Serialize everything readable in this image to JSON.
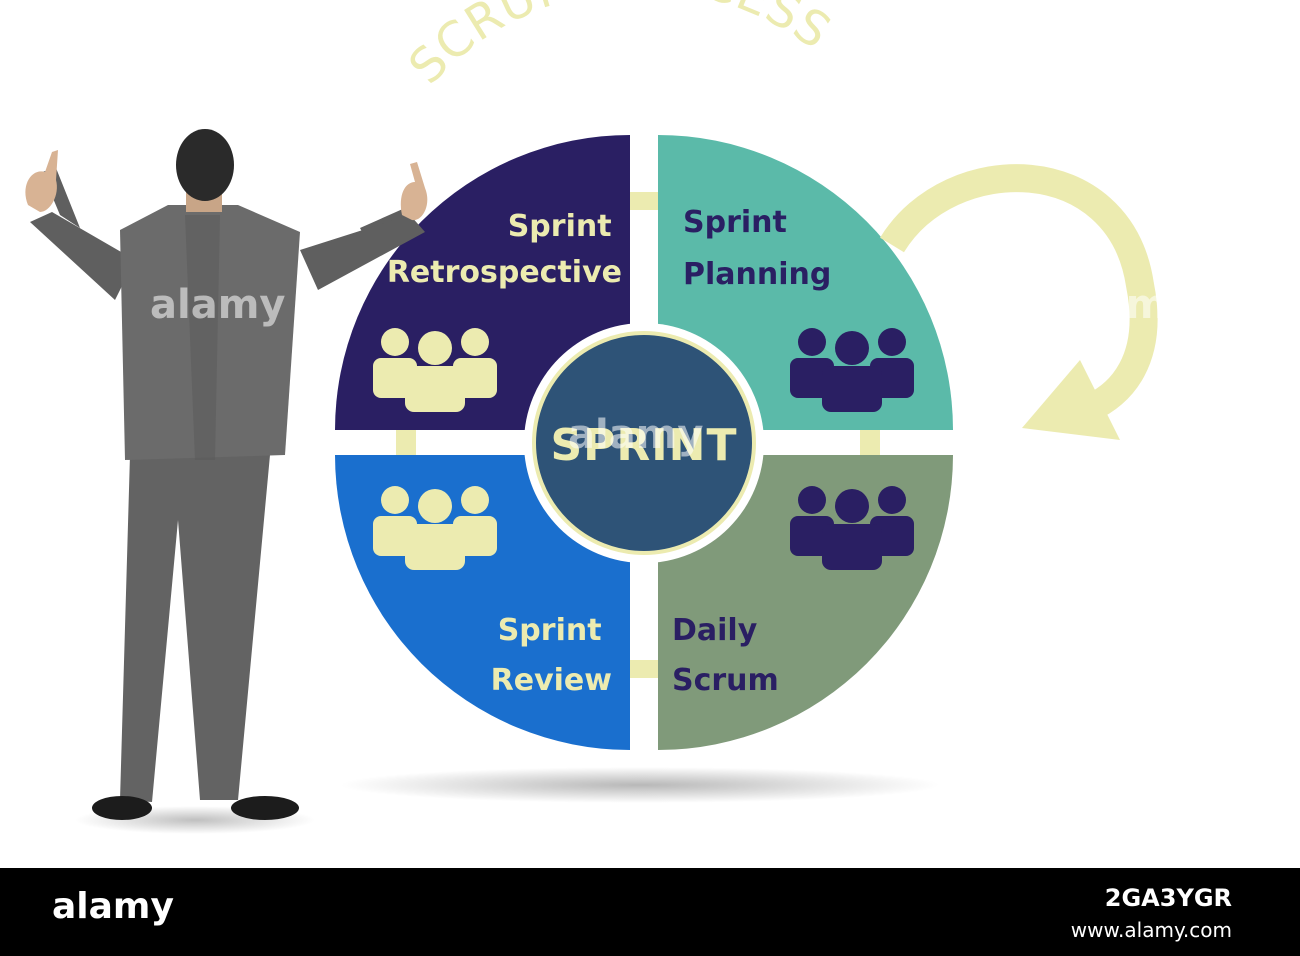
{
  "diagram": {
    "title": "SCRUM PROCESS",
    "center": "SPRINT",
    "quadrants": [
      {
        "id": "retrospective",
        "lines": [
          "Sprint",
          "Retrospective"
        ],
        "fill": "#2a1f63",
        "text_color": "#ecebb0"
      },
      {
        "id": "planning",
        "lines": [
          "Sprint",
          "Planning"
        ],
        "fill": "#5bbaa9",
        "text_color": "#2a1f63"
      },
      {
        "id": "review",
        "lines": [
          "Sprint",
          "Review"
        ],
        "fill": "#1a6fce",
        "text_color": "#ecebb0"
      },
      {
        "id": "daily",
        "lines": [
          "Daily",
          "Scrum"
        ],
        "fill": "#809a7a",
        "text_color": "#2a1f63"
      }
    ],
    "icons": [
      "team-icon",
      "cycle-arrow-icon"
    ],
    "colors": {
      "accent_cream": "#ecebb0",
      "center_fill": "#2e5377",
      "navy": "#2a1f63"
    }
  },
  "watermark": {
    "text": "alamy"
  },
  "footer": {
    "brand": "alamy",
    "image_id": "2GA3YGR",
    "url": "www.alamy.com"
  }
}
